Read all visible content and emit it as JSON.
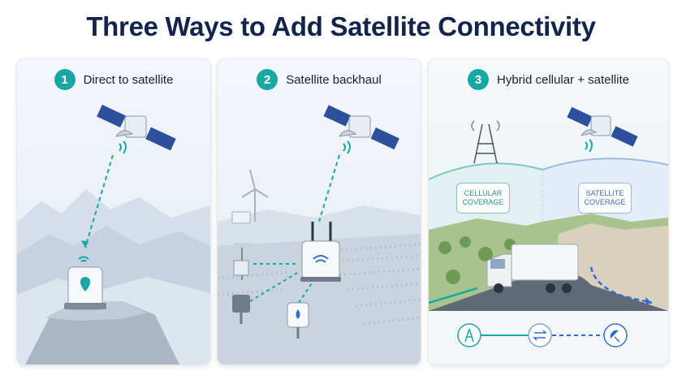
{
  "title": "Three Ways to Add Satellite Connectivity",
  "panels": [
    {
      "number": "1",
      "title": "Direct to satellite"
    },
    {
      "number": "2",
      "title": "Satellite backhaul"
    },
    {
      "number": "3",
      "title": "Hybrid cellular + satellite"
    }
  ],
  "hybrid": {
    "cellular_label_line1": "CELLULAR",
    "cellular_label_line2": "COVERAGE",
    "satellite_label_line1": "SATELLITE",
    "satellite_label_line2": "COVERAGE"
  },
  "colors": {
    "accent": "#19a7a3",
    "title": "#13244b",
    "satellite_blue": "#2f6fd1"
  }
}
